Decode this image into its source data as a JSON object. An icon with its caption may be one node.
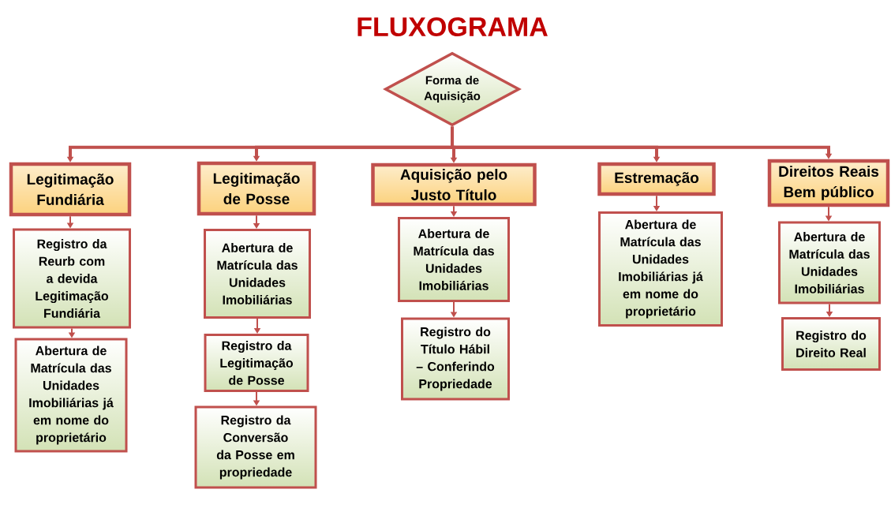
{
  "diagram": {
    "title": "FLUXOGRAMA",
    "nodes": [
      {
        "text": [
          "Forma de Aquisição"
        ]
      },
      {
        "text": [
          "Legitimação Fundiária"
        ]
      },
      {
        "text": [
          "Legitimação de Posse"
        ]
      },
      {
        "text": [
          "Aquisição pelo Justo Título"
        ]
      },
      {
        "text": [
          "Estremação"
        ]
      },
      {
        "text": [
          "Direitos Reais Bem público"
        ]
      },
      {
        "text": [
          "Registro da Reurb com a devida Legitimação Fundiária"
        ]
      },
      {
        "text": [
          "Abertura de Matrícula das Unidades Imobiliárias já em nome do proprietário"
        ]
      },
      {
        "text": [
          "Abertura de Matrícula das Unidades Imobiliárias"
        ]
      },
      {
        "text": [
          "Registro da Legitimação de Posse"
        ]
      },
      {
        "text": [
          "Registro da Conversão da Posse em propriedade"
        ]
      },
      {
        "text": [
          "Abertura de Matrícula das Unidades Imobiliárias"
        ]
      },
      {
        "text": [
          "Registro do Título Hábil – Conferindo Propriedade"
        ]
      },
      {
        "text": [
          "Abertura de Matrícula das Unidades Imobiliárias já em nome do proprietário"
        ]
      },
      {
        "text": [
          "Abertura de Matrícula das Unidades Imobiliárias"
        ]
      },
      {
        "text": [
          "Registro do Direito Real"
        ]
      }
    ],
    "edges": [
      {
        "from": 0,
        "to": 1,
        "arrow": "to",
        "style": "thick"
      },
      {
        "from": 0,
        "to": 2,
        "arrow": "to",
        "style": "thick"
      },
      {
        "from": 0,
        "to": 3,
        "arrow": "to",
        "style": "thick"
      },
      {
        "from": 0,
        "to": 4,
        "arrow": "to",
        "style": "thick"
      },
      {
        "from": 0,
        "to": 5,
        "arrow": "to",
        "style": "thick"
      },
      {
        "from": 1,
        "to": 6,
        "arrow": "to"
      },
      {
        "from": 6,
        "to": 7,
        "arrow": "to"
      },
      {
        "from": 2,
        "to": 8,
        "arrow": "to"
      },
      {
        "from": 8,
        "to": 9,
        "arrow": "to"
      },
      {
        "from": 9,
        "to": 10,
        "arrow": "to"
      },
      {
        "from": 3,
        "to": 11,
        "arrow": "to"
      },
      {
        "from": 11,
        "to": 12,
        "arrow": "to"
      },
      {
        "from": 4,
        "to": 13,
        "arrow": "to"
      },
      {
        "from": 5,
        "to": 14,
        "arrow": "to"
      },
      {
        "from": 14,
        "to": 15,
        "arrow": "to"
      }
    ]
  }
}
